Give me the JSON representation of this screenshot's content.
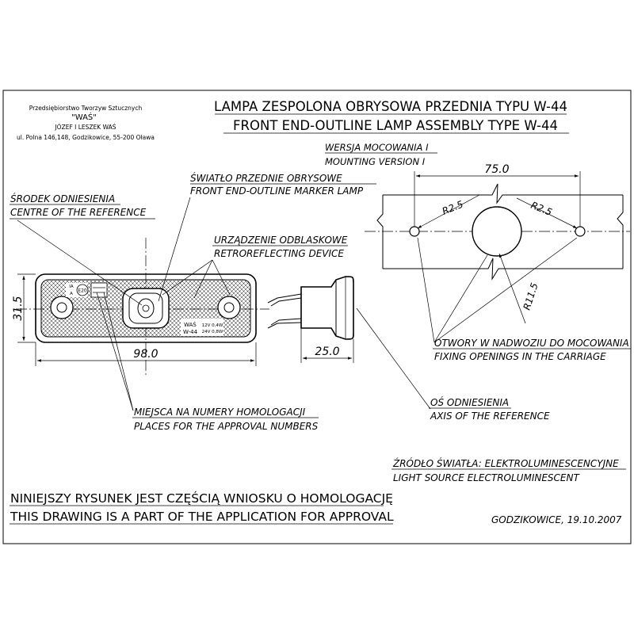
{
  "company": {
    "name": "Przedsiębiorstwo Tworzyw Sztucznych",
    "brand": "\"WAŚ\"",
    "owners": "JÓZEF I LESZEK WAŚ",
    "address": "ul. Polna 146,148, Godzikowice, 55-200 Oława"
  },
  "title": {
    "pl": "LAMPA ZESPOLONA OBRYSOWA PRZEDNIA TYPU W-44",
    "en": "FRONT END-OUTLINE LAMP ASSEMBLY TYPE W-44"
  },
  "mounting": {
    "pl": "WERSJA MOCOWANIA I",
    "en": "MOUNTING VERSION I"
  },
  "labels": {
    "marker_lamp_pl": "ŚWIATŁO PRZEDNIE OBRYSOWE",
    "marker_lamp_en": "FRONT END-OUTLINE MARKER LAMP",
    "reference_centre_pl": "ŚRODEK ODNIESIENIA",
    "reference_centre_en": "CENTRE OF THE REFERENCE",
    "retro_pl": "URZĄDZENIE ODBLASKOWE",
    "retro_en": "RETROREFLECTING DEVICE",
    "fixing_pl": "OTWORY W NADWOZIU DO MOCOWANIA",
    "fixing_en": "FIXING OPENINGS IN THE CARRIAGE",
    "axis_pl": "OŚ ODNIESIENIA",
    "axis_en": "AXIS OF THE REFERENCE",
    "approval_numbers_pl": "MIEJSCA NA NUMERY HOMOLOGACJI",
    "approval_numbers_en": "PLACES FOR THE APPROVAL NUMBERS",
    "light_source_pl": "ŹRÓDŁO ŚWIATŁA: ELEKTROLUMINESCENCYJNE",
    "light_source_en": "LIGHT SOURCE ELECTROLUMINESCENT"
  },
  "dimensions": {
    "width": "98.0",
    "height": "31.5",
    "depth": "25.0",
    "hole_spacing": "75.0",
    "hole_radius_left": "R2.5",
    "hole_radius_right": "R2.5",
    "centre_radius": "R11.5"
  },
  "lamp_markings": {
    "ia": "IA",
    "a": "A",
    "e_mark": "E20",
    "brand": "WAŚ",
    "model": "W-44",
    "v12": "12V 0,4W",
    "v24": "24V 0,8W"
  },
  "statement": {
    "pl": "NINIEJSZY RYSUNEK JEST CZĘŚCIĄ WNIOSKU O HOMOLOGACJĘ",
    "en": "THIS DRAWING IS A PART OF THE APPLICATION FOR APPROVAL"
  },
  "place_date": "GODZIKOWICE, 19.10.2007"
}
